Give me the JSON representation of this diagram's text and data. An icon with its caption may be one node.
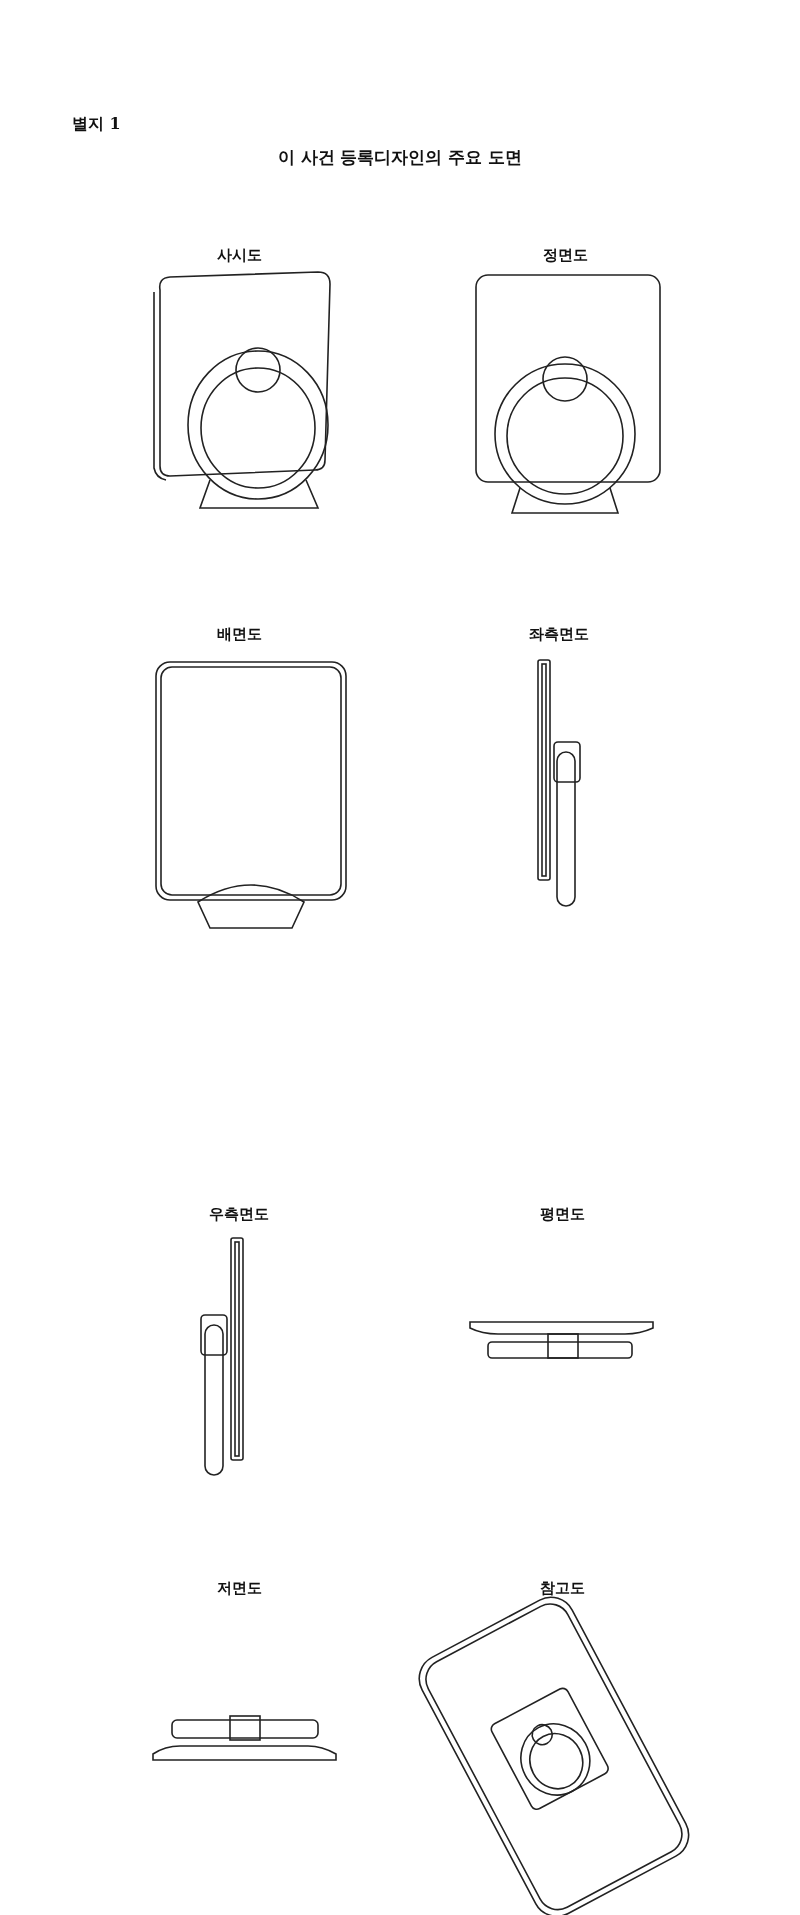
{
  "diagram": {
    "title": "이 사건 등록디자인의 주요 도면",
    "labels": [
      "별지 1",
      "사시도",
      "정면도",
      "배면도",
      "좌측면도",
      "우측면도",
      "평면도",
      "저면도",
      "참고도"
    ]
  }
}
